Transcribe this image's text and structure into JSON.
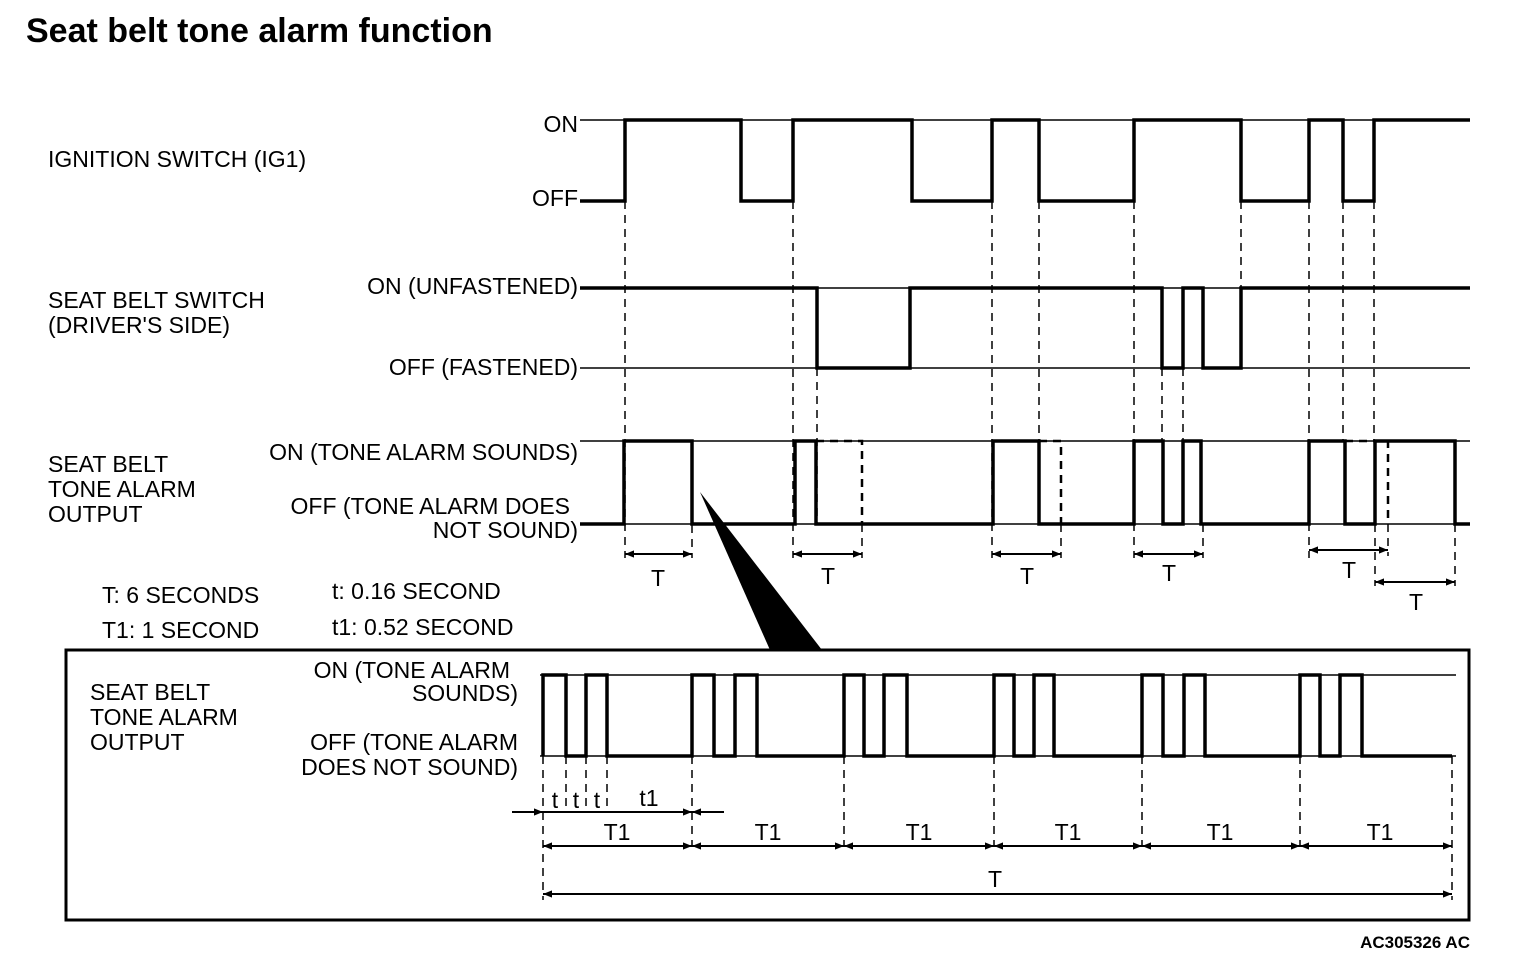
{
  "title": "Seat belt tone alarm function",
  "rows": {
    "ignition": {
      "name": "IGNITION SWITCH (IG1)",
      "on": "ON",
      "off": "OFF"
    },
    "seatbelt": {
      "name_line1": "SEAT BELT SWITCH",
      "name_line2": "(DRIVER'S SIDE)",
      "on": "ON (UNFASTENED)",
      "off": "OFF (FASTENED)"
    },
    "alarm": {
      "name_line1": "SEAT BELT",
      "name_line2": "TONE ALARM",
      "name_line3": "OUTPUT",
      "on": "ON (TONE ALARM SOUNDS)",
      "off_line1": "OFF (TONE ALARM DOES",
      "off_line2": "NOT SOUND)"
    }
  },
  "period_label": "T",
  "legend": {
    "T": "T: 6 SECONDS",
    "T1": "T1: 1 SECOND",
    "t": "t: 0.16 SECOND",
    "t1": "t1: 0.52 SECOND"
  },
  "detail": {
    "name_line1": "SEAT BELT",
    "name_line2": "TONE ALARM",
    "name_line3": "OUTPUT",
    "on_line1": "ON (TONE ALARM",
    "on_line2": "SOUNDS)",
    "off_line1": "OFF (TONE ALARM",
    "off_line2": "DOES NOT SOUND)",
    "t": "t",
    "t1": "t1",
    "T1": "T1",
    "T": "T"
  },
  "code": "AC305326 AC"
}
